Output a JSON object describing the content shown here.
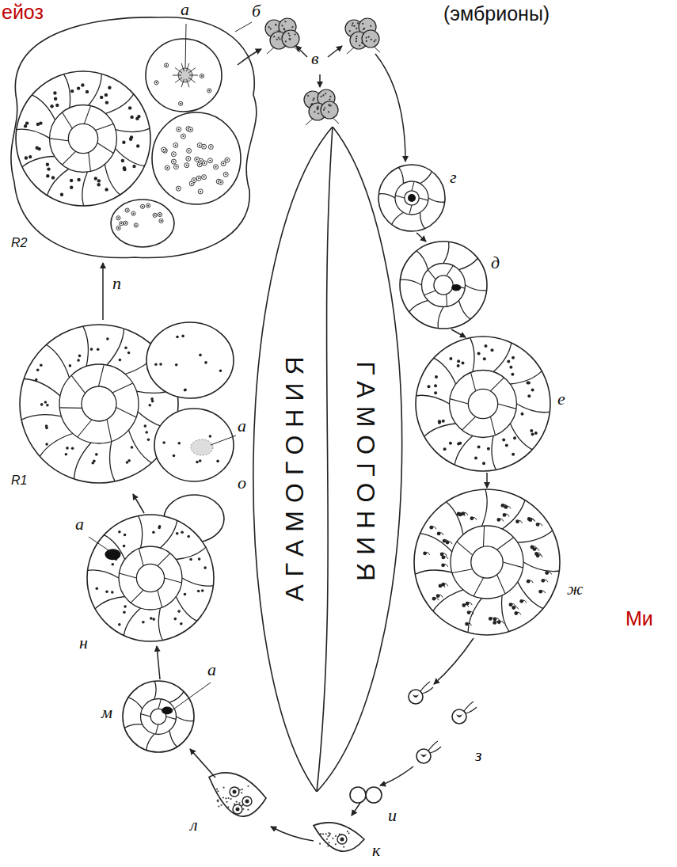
{
  "diagram": {
    "nodes": [
      {
        "text": [
          "АГАМОГОНИЯ",
          "ГАМОГОНИЯ"
        ]
      }
    ],
    "labels": [
      "ейоз",
      "(эмбрионы)",
      "а",
      "б",
      "в",
      "г",
      "д",
      "е",
      "ж",
      "Ми",
      "з",
      "и",
      "к",
      "л",
      "м",
      "а",
      "н",
      "а",
      "о",
      "а",
      "R1",
      "п",
      "R2"
    ]
  }
}
